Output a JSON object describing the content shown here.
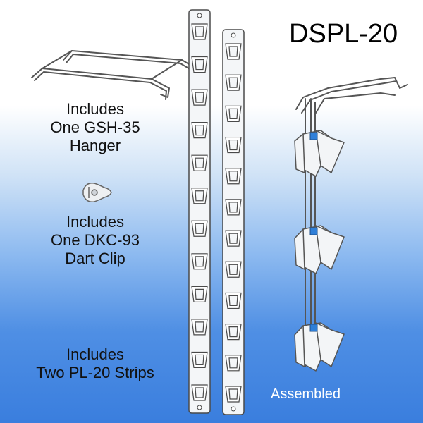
{
  "product_code": "DSPL-20",
  "captions": {
    "hanger": [
      "Includes",
      "One GSH-35",
      "Hanger"
    ],
    "dart_clip": [
      "Includes",
      "One DKC-93",
      "Dart Clip"
    ],
    "strips": [
      "Includes",
      "Two PL-20 Strips"
    ]
  },
  "assembled_label": "Assembled",
  "strip_clip_count": 12,
  "colors": {
    "strip": "#f4f6f8",
    "outline": "#4a4a4a",
    "accent": "#2f7fd8"
  }
}
